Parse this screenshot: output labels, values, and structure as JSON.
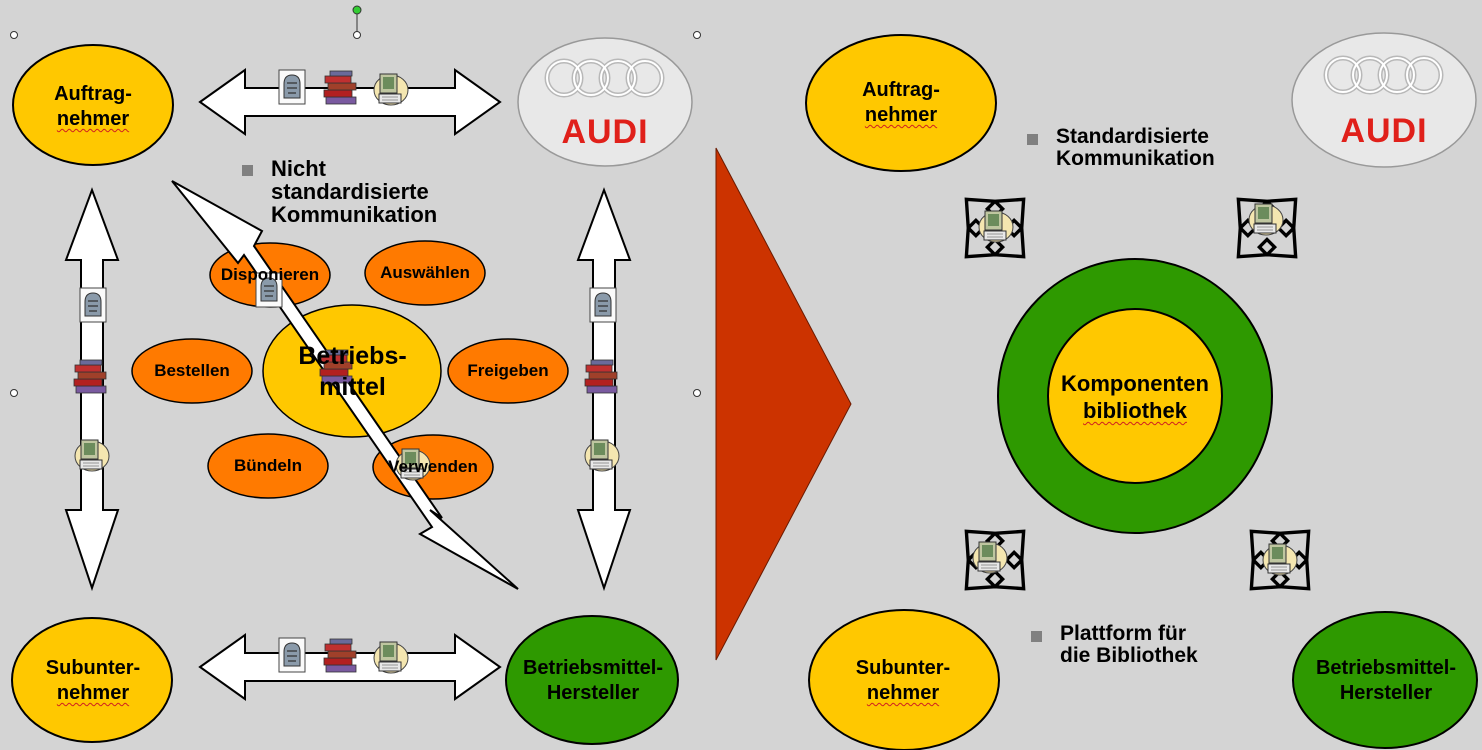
{
  "left": {
    "contractor": "Auftrag-",
    "contractor2": "nehmer",
    "subcontractor": "Subunter-",
    "subcontractor2": "nehmer",
    "manufacturer": "Betriebsmittel-",
    "manufacturer2": "Hersteller",
    "bullet": "Nicht\nstandardisierte\nKommunikation",
    "center": "Betriebs-",
    "center2": "mittel",
    "process": [
      "Disponieren",
      "Auswählen",
      "Bestellen",
      "Freigeben",
      "Bündeln",
      "Verwenden"
    ]
  },
  "right": {
    "contractor": "Auftrag-",
    "contractor2": "nehmer",
    "subcontractor": "Subunter-",
    "subcontractor2": "nehmer",
    "manufacturer": "Betriebsmittel-",
    "manufacturer2": "Hersteller",
    "bullet_top": "Standardisierte\nKommunikation",
    "bullet_bottom": "Plattform für\ndie Bibliothek",
    "library": "Komponenten",
    "library2": "bibliothek"
  },
  "brand": "Audi",
  "colors": {
    "background": "#d4d4d4",
    "yellow": "#ffc800",
    "orange": "#ff7a00",
    "green": "#2e9900",
    "red_arrow": "#cc3300",
    "audi_red": "#e0201a"
  }
}
